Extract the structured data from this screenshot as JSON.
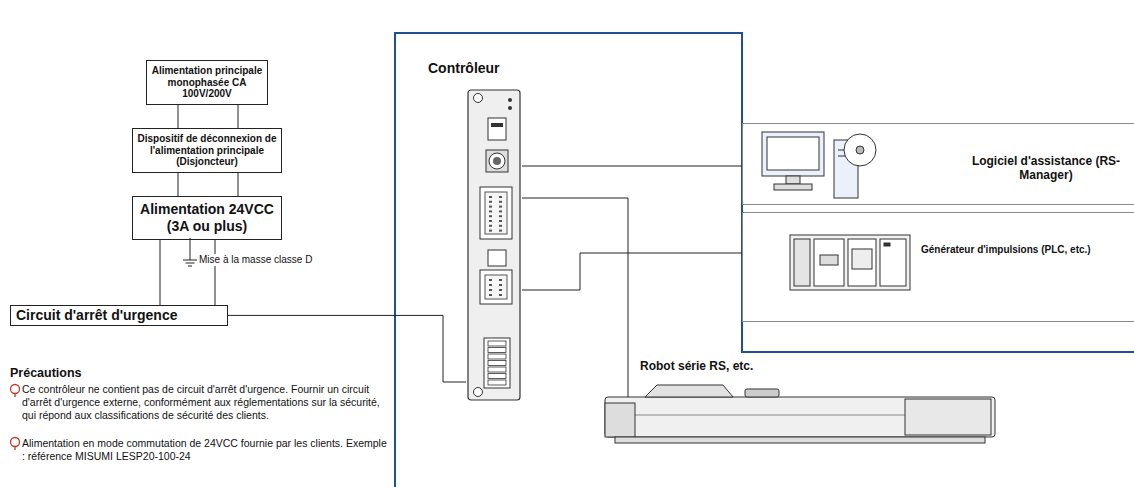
{
  "diagram": {
    "nodes": [
      {
        "text": [
          "Alimentation principale monophasée CA 100V/200V"
        ]
      },
      {
        "text": [
          "Dispositif de déconnexion de l'alimentation principale (Disjoncteur)"
        ]
      },
      {
        "text": [
          "Alimentation 24VCC (3A ou plus)"
        ]
      },
      {
        "text": [
          "Circuit d'arrêt d'urgence"
        ]
      },
      {
        "text": [
          "Contrôleur"
        ]
      },
      {
        "text": [
          "Logiciel d'assistance (RS-Manager)"
        ]
      },
      {
        "text": [
          "Générateur d'impulsions (PLC, etc.)"
        ]
      },
      {
        "text": [
          "Robot série RS, etc."
        ]
      }
    ],
    "edges": [
      {
        "from": 0,
        "to": 1,
        "arrow": "none"
      },
      {
        "from": 1,
        "to": 2,
        "arrow": "none"
      },
      {
        "from": 2,
        "to": 3,
        "arrow": "none"
      },
      {
        "from": 3,
        "to": 4,
        "arrow": "none"
      },
      {
        "from": 4,
        "to": 5,
        "arrow": "none"
      },
      {
        "from": 4,
        "to": 6,
        "arrow": "none"
      },
      {
        "from": 4,
        "to": 7,
        "arrow": "none"
      }
    ],
    "labels": [
      "Mise à la masse classe D",
      "Précautions",
      "Ce contrôleur ne contient pas de circuit d'arrêt d'urgence. Fournir un circuit d'arrêt d'urgence externe, conformément aux réglementations sur la sécurité, qui répond aux classifications de sécurité des clients.",
      "Alimentation en mode commutation de 24VCC fournie par les clients. Exemple : référence MISUMI LESP20-100-24"
    ]
  }
}
